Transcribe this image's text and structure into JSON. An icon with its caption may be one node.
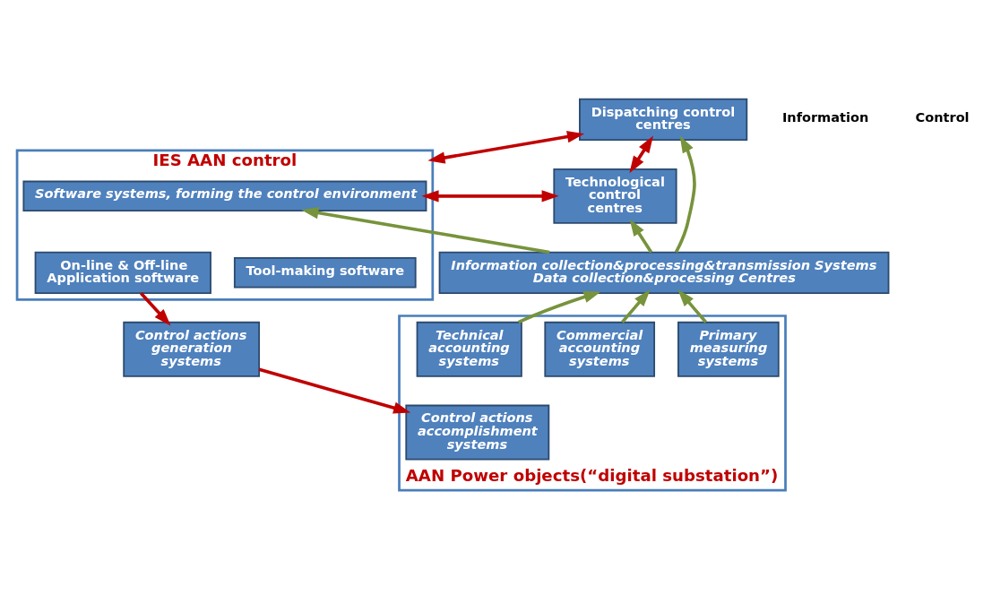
{
  "diagram": {
    "nodes": [
      {
        "text": [
          "IES AAN control"
        ]
      },
      {
        "text": [
          "Software systems, forming the control environment"
        ],
        "in": 0
      },
      {
        "text": [
          "On-line & Off-line Application software"
        ],
        "in": 0
      },
      {
        "text": [
          "Tool-making software"
        ],
        "in": 0
      },
      {
        "text": [
          "Dispatching control centres"
        ]
      },
      {
        "text": [
          "Technological control centres"
        ]
      },
      {
        "text": [
          "Control actions generation systems"
        ]
      },
      {
        "text": [
          "Information collection&processing&transmission Systems",
          "Data collection&processing Centres"
        ]
      },
      {
        "text": [
          "AAN Power objects(“digital substation”)"
        ]
      },
      {
        "text": [
          "Control actions accomplishment systems"
        ],
        "in": 8
      },
      {
        "text": [
          "Primary measuring systems"
        ],
        "in": 8
      },
      {
        "text": [
          "Commercial accounting systems"
        ],
        "in": 8
      },
      {
        "text": [
          "Technical accounting systems"
        ],
        "in": 8
      }
    ],
    "edges": [
      {
        "from": 0,
        "to": 4,
        "arrow": "both",
        "color": "#c00000"
      },
      {
        "from": 1,
        "to": 5,
        "arrow": "both",
        "color": "#c00000"
      },
      {
        "from": 4,
        "to": 5,
        "arrow": "both",
        "color": "#c00000"
      },
      {
        "from": 2,
        "to": 6,
        "arrow": "to",
        "color": "#c00000"
      },
      {
        "from": 6,
        "to": 9,
        "arrow": "to",
        "color": "#c00000"
      },
      {
        "from": 7,
        "to": 1,
        "arrow": "to",
        "color": "#77933c"
      },
      {
        "from": 7,
        "to": 5,
        "arrow": "to",
        "color": "#77933c"
      },
      {
        "from": 7,
        "to": 4,
        "arrow": "to",
        "color": "#77933c"
      },
      {
        "from": 10,
        "to": 7,
        "arrow": "to",
        "color": "#77933c"
      },
      {
        "from": 11,
        "to": 7,
        "arrow": "to",
        "color": "#77933c"
      },
      {
        "from": 12,
        "to": 7,
        "arrow": "to",
        "color": "#77933c"
      }
    ],
    "legend": [
      {
        "text": "Information"
      },
      {
        "text": "Control"
      }
    ]
  }
}
